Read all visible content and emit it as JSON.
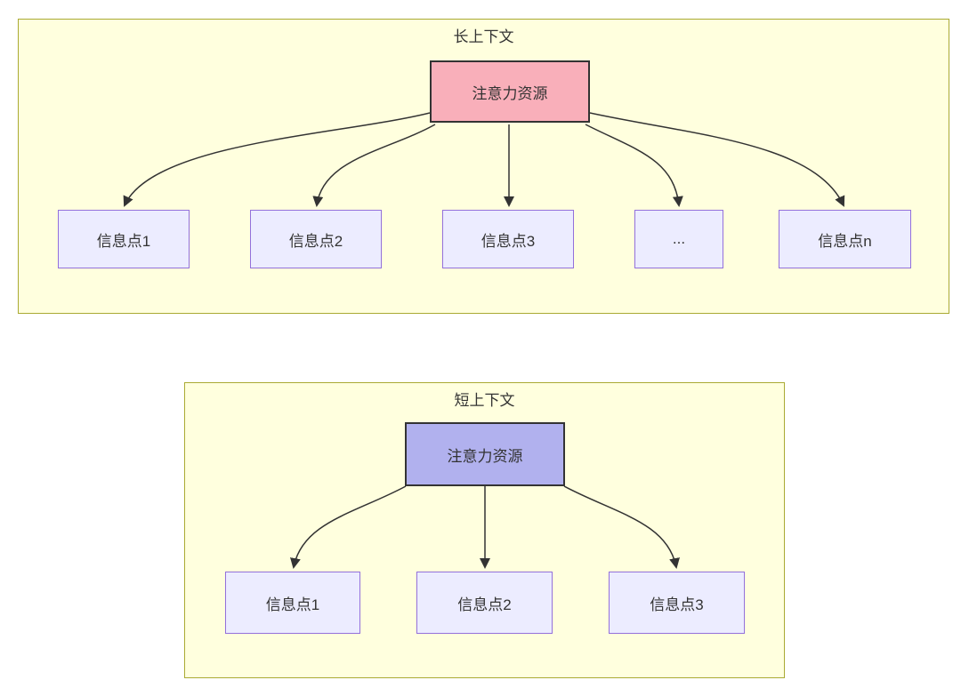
{
  "colors": {
    "cluster_fill": "#ffffde",
    "cluster_border": "#aaaa33",
    "node_fill": "#ececff",
    "node_border": "#9370db",
    "attention_long_fill": "#f9afba",
    "attention_short_fill": "#b1b1ee",
    "attention_border": "#333333",
    "arrow": "#333333",
    "text": "#333333"
  },
  "long_context": {
    "title": "长上下文",
    "attention_label": "注意力资源",
    "info_points": [
      "信息点1",
      "信息点2",
      "信息点3",
      "...",
      "信息点n"
    ]
  },
  "short_context": {
    "title": "短上下文",
    "attention_label": "注意力资源",
    "info_points": [
      "信息点1",
      "信息点2",
      "信息点3"
    ]
  }
}
